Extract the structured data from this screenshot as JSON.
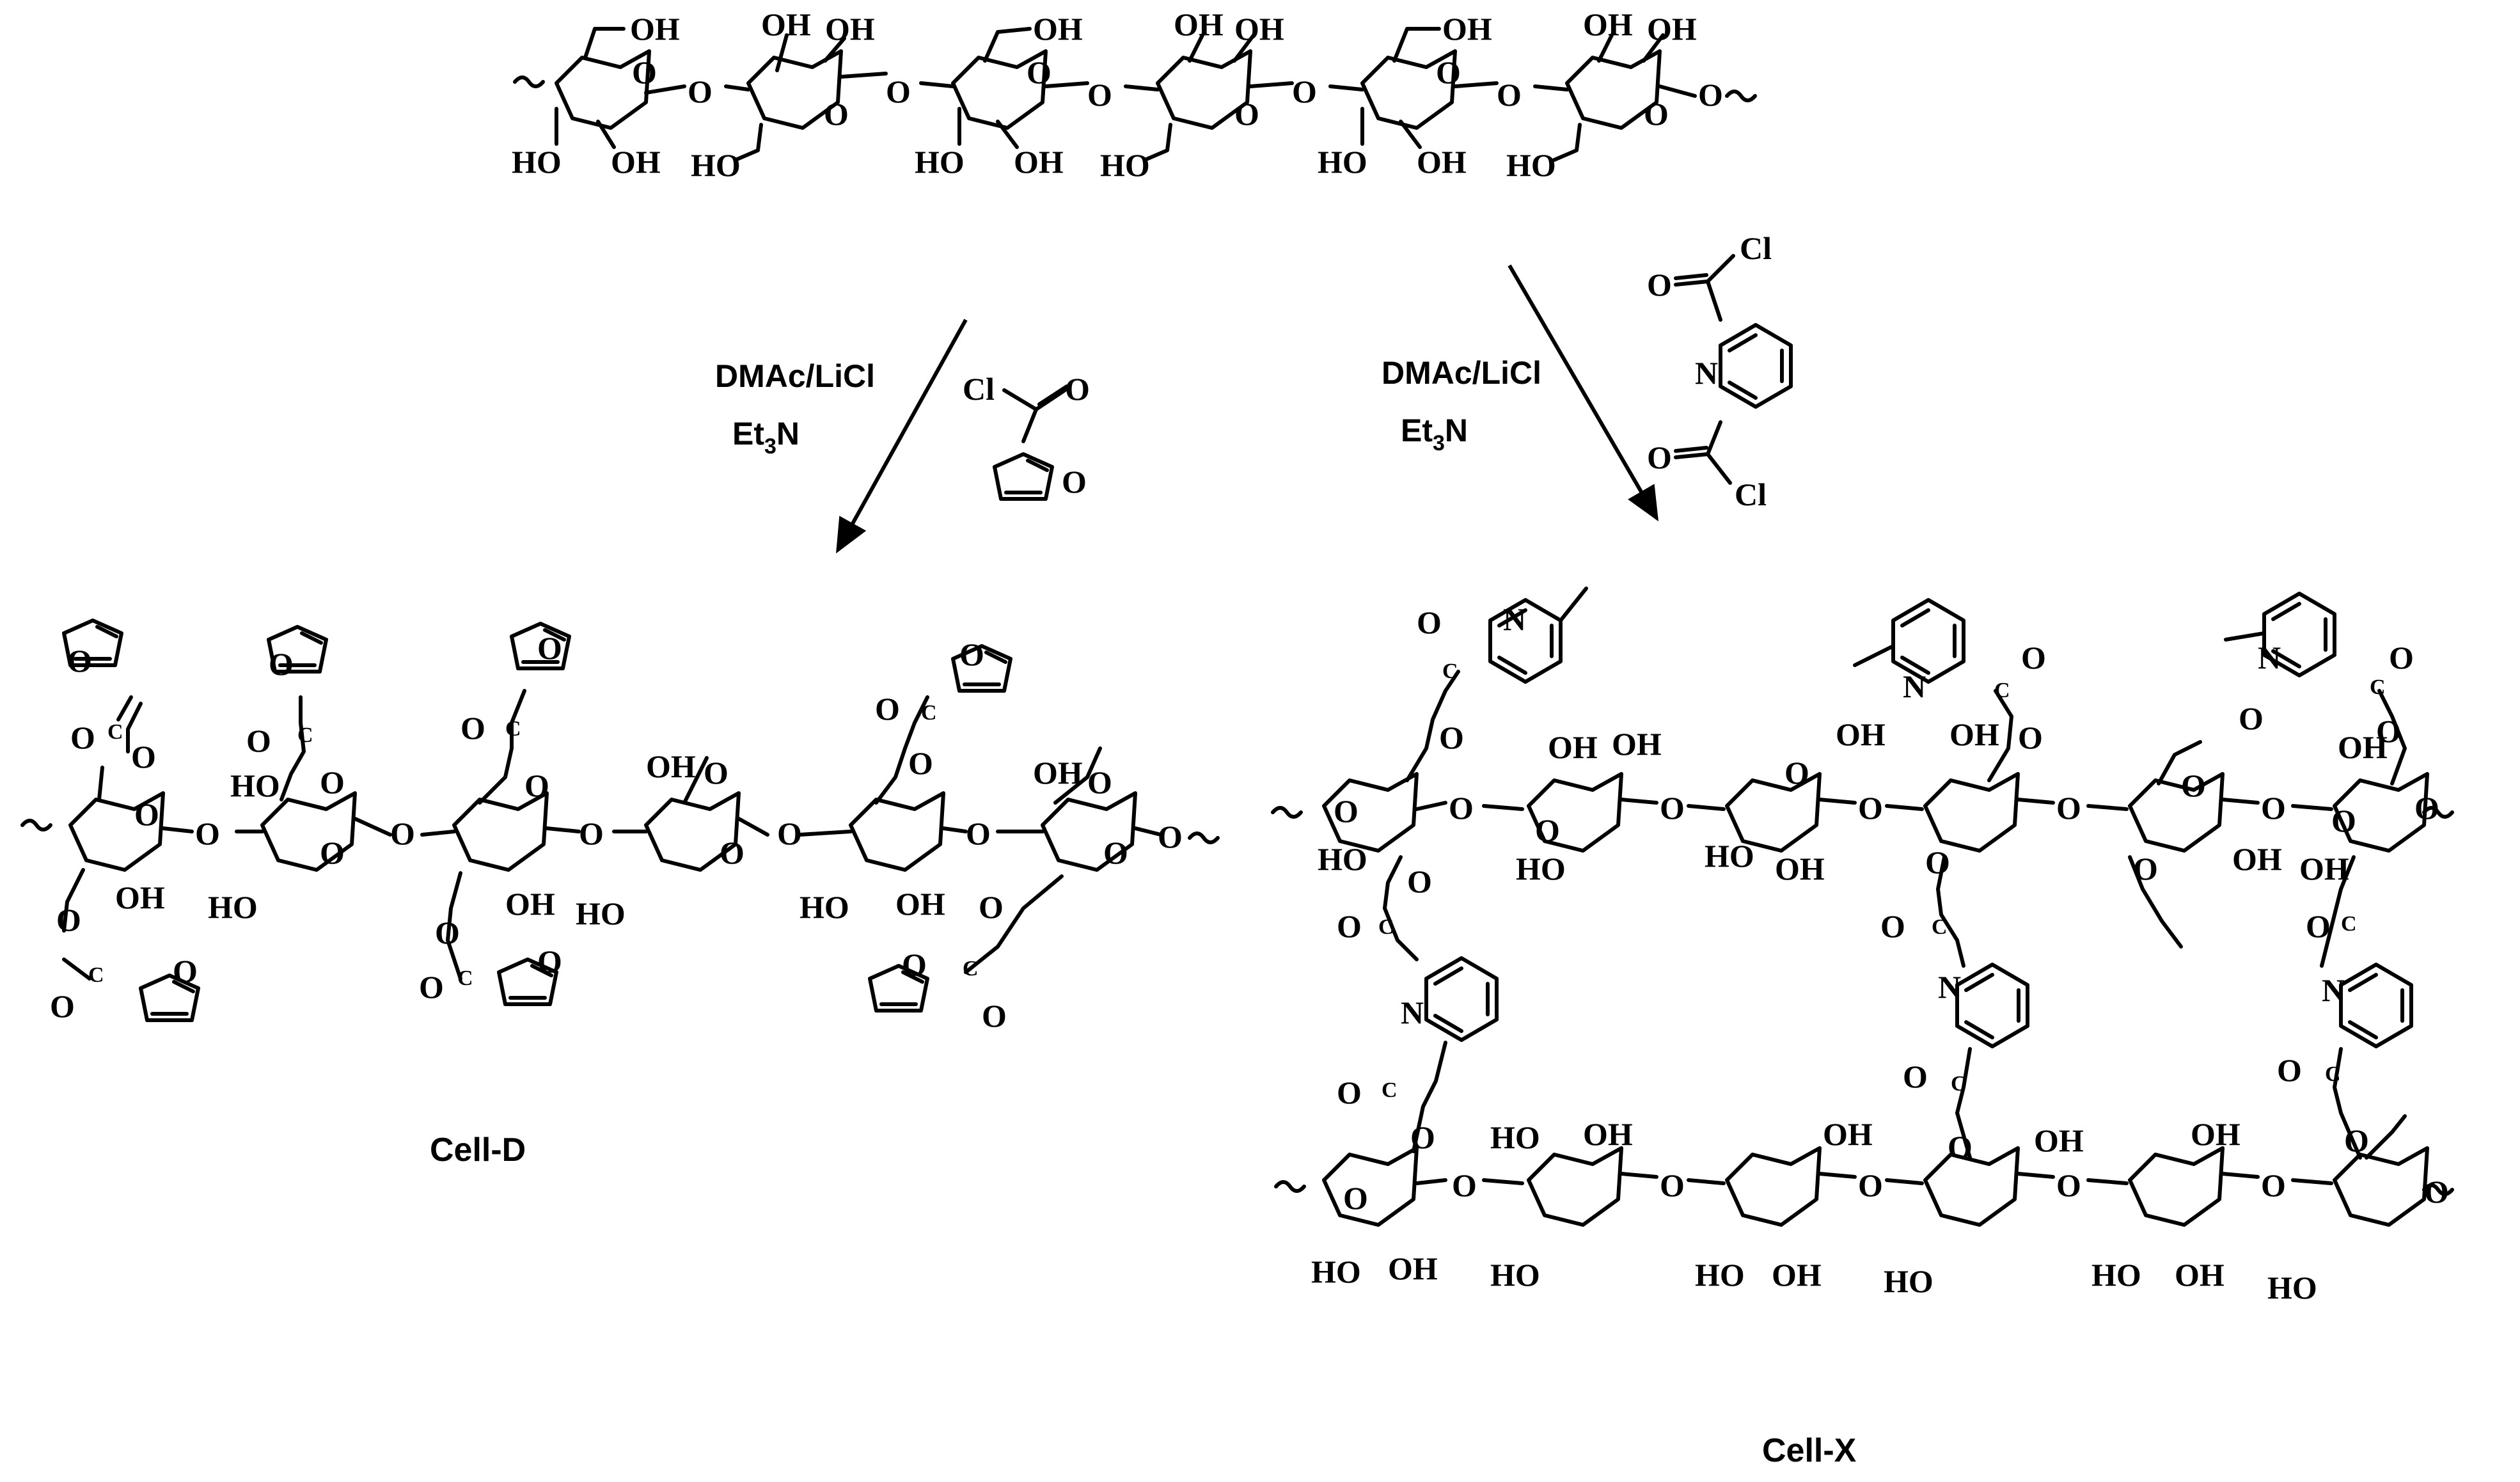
{
  "reaction_left": {
    "solvent": "DMAc/LiCl",
    "base_main": "Et",
    "base_sub": "3",
    "base_tail": "N",
    "reagent_atoms": {
      "cl": "Cl",
      "o_carbonyl": "O",
      "o_ring": "O"
    }
  },
  "reaction_right": {
    "solvent": "DMAc/LiCl",
    "base_main": "Et",
    "base_sub": "3",
    "base_tail": "N",
    "reagent_atoms": {
      "cl_top": "Cl",
      "cl_bottom": "Cl",
      "o_top": "O",
      "o_bottom": "O",
      "n": "N"
    }
  },
  "labels": {
    "ho": "HO",
    "oh": "OH",
    "o": "O",
    "n": "N",
    "c": "C"
  },
  "products": {
    "left_name": "Cell-D",
    "right_name": "Cell-X"
  }
}
